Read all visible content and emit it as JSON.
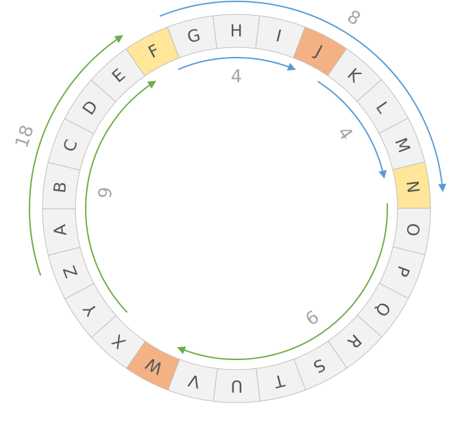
{
  "colors": {
    "segment_default": "#f2f2f2",
    "segment_stroke": "#bfbfbf",
    "highlight_orange": "#f4b183",
    "highlight_yellow": "#ffe699",
    "arrow_green": "#70ad47",
    "arrow_blue": "#5b9bd5",
    "letter": "#555555",
    "number": "#a6a6a6"
  },
  "wheel": {
    "letters": [
      "A",
      "B",
      "C",
      "D",
      "E",
      "F",
      "G",
      "H",
      "I",
      "J",
      "K",
      "L",
      "M",
      "N",
      "O",
      "P",
      "Q",
      "R",
      "S",
      "T",
      "U",
      "V",
      "W",
      "X",
      "Y",
      "Z"
    ],
    "highlights": {
      "F": "highlight_yellow",
      "N": "highlight_yellow",
      "J": "highlight_orange",
      "W": "highlight_orange"
    }
  },
  "arrows": [
    {
      "id": "outer-green",
      "from_letter": "Z",
      "to_letter": "E",
      "steps": 18,
      "color": "arrow_green",
      "ring": "outer",
      "label": "18"
    },
    {
      "id": "outer-blue",
      "from_letter": "F",
      "to_letter": "N",
      "steps": 8,
      "color": "arrow_blue",
      "ring": "outer",
      "label": "8"
    },
    {
      "id": "inner-green-top",
      "from_letter": "X",
      "to_letter": "F",
      "steps": 9,
      "color": "arrow_green",
      "ring": "inner",
      "label": "9"
    },
    {
      "id": "inner-blue-right",
      "from_letter": "F",
      "to_letter": "J",
      "steps": 4,
      "color": "arrow_blue",
      "ring": "inner",
      "label": "4"
    },
    {
      "id": "inner-blue-lower",
      "from_letter": "J",
      "to_letter": "N",
      "steps": 4,
      "color": "arrow_blue",
      "ring": "inner",
      "label": "4"
    },
    {
      "id": "inner-green-left",
      "from_letter": "N",
      "to_letter": "W",
      "steps": 9,
      "color": "arrow_green",
      "ring": "inner",
      "label": "9"
    }
  ]
}
